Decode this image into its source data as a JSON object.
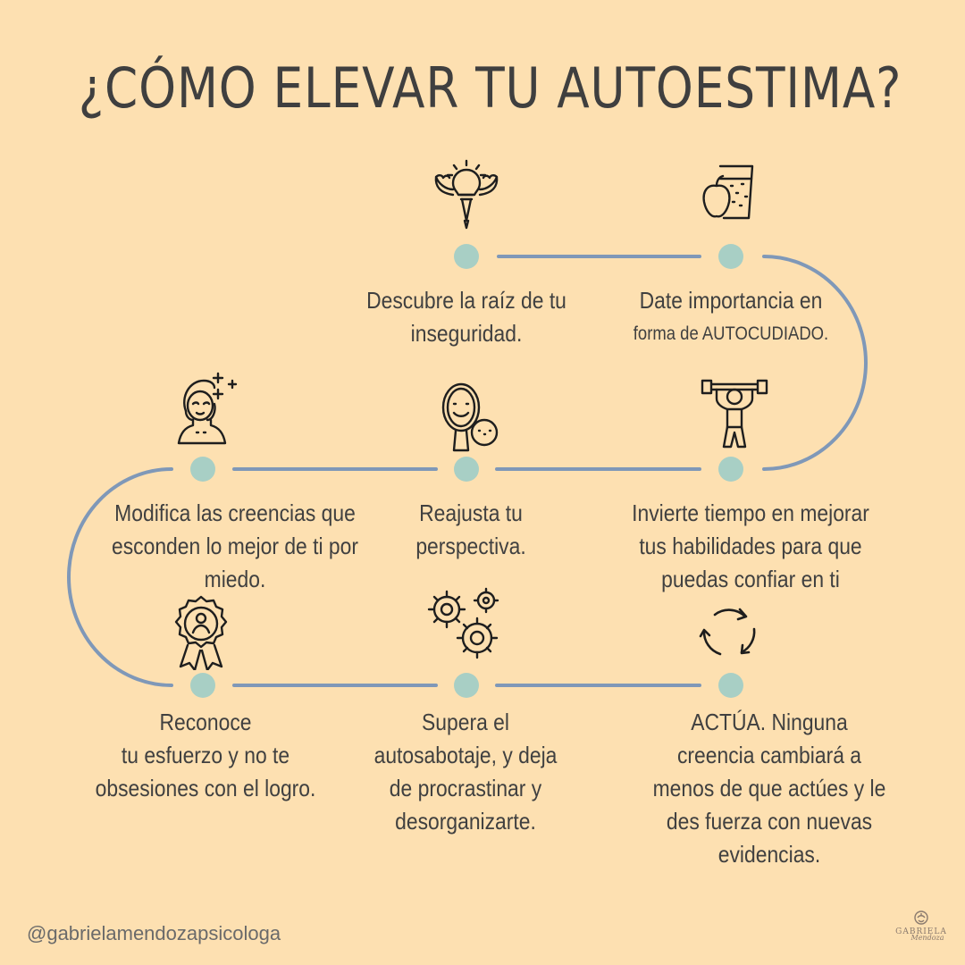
{
  "title": "¿CÓMO ELEVAR TU AUTOESTIMA?",
  "steps": [
    {
      "lines": [
        "Descubre la raíz de tu",
        "inseguridad."
      ],
      "icon": "lightbulb-muscles-icon"
    },
    {
      "lines": [
        "Date  importancia en",
        "forma de  AUTOCUDIADO."
      ],
      "icon": "apple-juice-icon"
    },
    {
      "lines": [
        "Invierte tiempo en mejorar",
        "tus habilidades para que",
        "puedas confiar en ti"
      ],
      "icon": "weightlifter-icon"
    },
    {
      "lines": [
        "Reajusta tu",
        "perspectiva."
      ],
      "icon": "hand-mirror-icon"
    },
    {
      "lines": [
        "Modifica las creencias que",
        "esconden lo mejor de ti por",
        "miedo."
      ],
      "icon": "happy-woman-icon"
    },
    {
      "lines": [
        "Reconoce",
        "tu esfuerzo y no te",
        "obsesiones con el logro."
      ],
      "icon": "award-ribbon-icon"
    },
    {
      "lines": [
        "Supera el",
        "autosabotaje,  y deja",
        "de procrastinar y",
        "desorganizarte."
      ],
      "icon": "gears-icon"
    },
    {
      "lines": [
        "ACTÚA. Ninguna",
        "creencia cambiará a",
        "menos de que actúes y le",
        "des fuerza con nuevas",
        "evidencias."
      ],
      "icon": "cycle-arrows-icon"
    }
  ],
  "footer": {
    "handle": "@gabrielamendozapsicologa",
    "logo_name": "GABRIELA",
    "logo_sub": "Mendoza"
  },
  "colors": {
    "background": "#fde0b1",
    "path_line": "#7f98b8",
    "node": "#a8cfc5",
    "text": "#404040"
  }
}
